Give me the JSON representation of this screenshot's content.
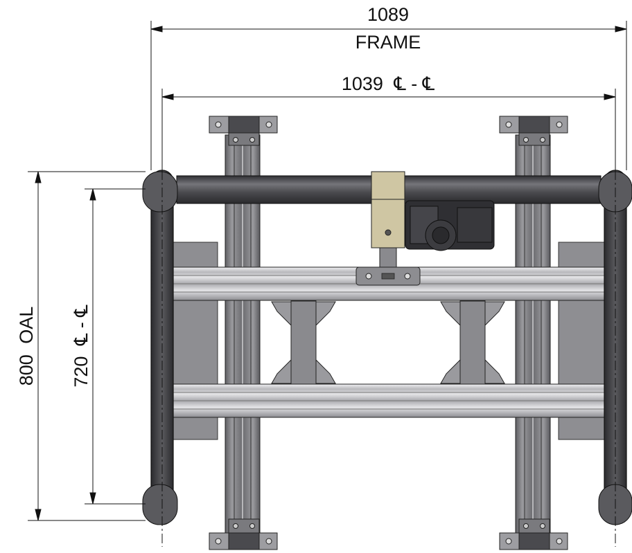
{
  "dimensions": {
    "frame_width": {
      "value": "1089",
      "label": "FRAME"
    },
    "centerline_width": {
      "value": "1039",
      "symbol": "℄ - ℄"
    },
    "overall_length": {
      "value": "800",
      "label": "OAL"
    },
    "centerline_length": {
      "value": "720",
      "symbol": "℄ - ℄"
    }
  },
  "colors": {
    "line": "#111111",
    "rail_light": "#c9c9cb",
    "rail_dark": "#6e6e72",
    "belt": "#3a3a3d",
    "shaft": "#505055",
    "motor": "#2f2f33",
    "bracket": "#cfc6a3",
    "plate": "#8f8f93"
  }
}
